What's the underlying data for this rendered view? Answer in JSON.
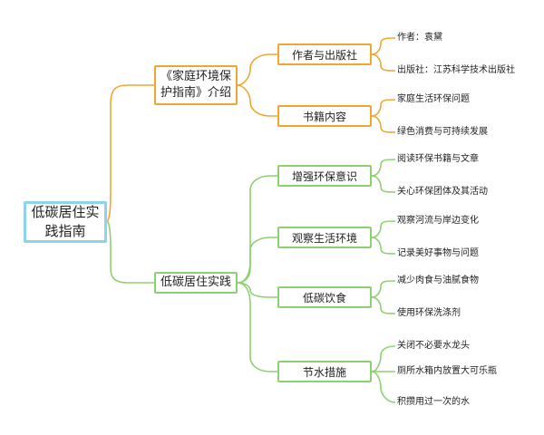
{
  "root": {
    "line1": "低碳居住实",
    "line2": "践指南"
  },
  "branches": [
    {
      "label_line1": "《家庭环境保",
      "label_line2": "护指南》介绍",
      "children": [
        {
          "label": "作者与出版社",
          "leaves": [
            "作者：袁黛",
            "出版社：江苏科学技术出版社"
          ]
        },
        {
          "label": "书籍内容",
          "leaves": [
            "家庭生活环保问题",
            "绿色消费与可持续发展"
          ]
        }
      ]
    },
    {
      "label_line1": "低碳居住实践",
      "children": [
        {
          "label": "增强环保意识",
          "leaves": [
            "阅读环保书籍与文章",
            "关心环保团体及其活动"
          ]
        },
        {
          "label": "观察生活环境",
          "leaves": [
            "观察河流与岸边变化",
            "记录美好事物与问题"
          ]
        },
        {
          "label": "低碳饮食",
          "leaves": [
            "减少肉食与油腻食物",
            "使用环保洗涤剂"
          ]
        },
        {
          "label": "节水措施",
          "leaves": [
            "关闭不必要水龙头",
            "厕所水箱内放置大可乐瓶",
            "积攒用过一次的水"
          ]
        }
      ]
    }
  ],
  "colors": {
    "root_border": "#8fd3ea",
    "branch1": "#f0a732",
    "branch2": "#8ed170"
  }
}
